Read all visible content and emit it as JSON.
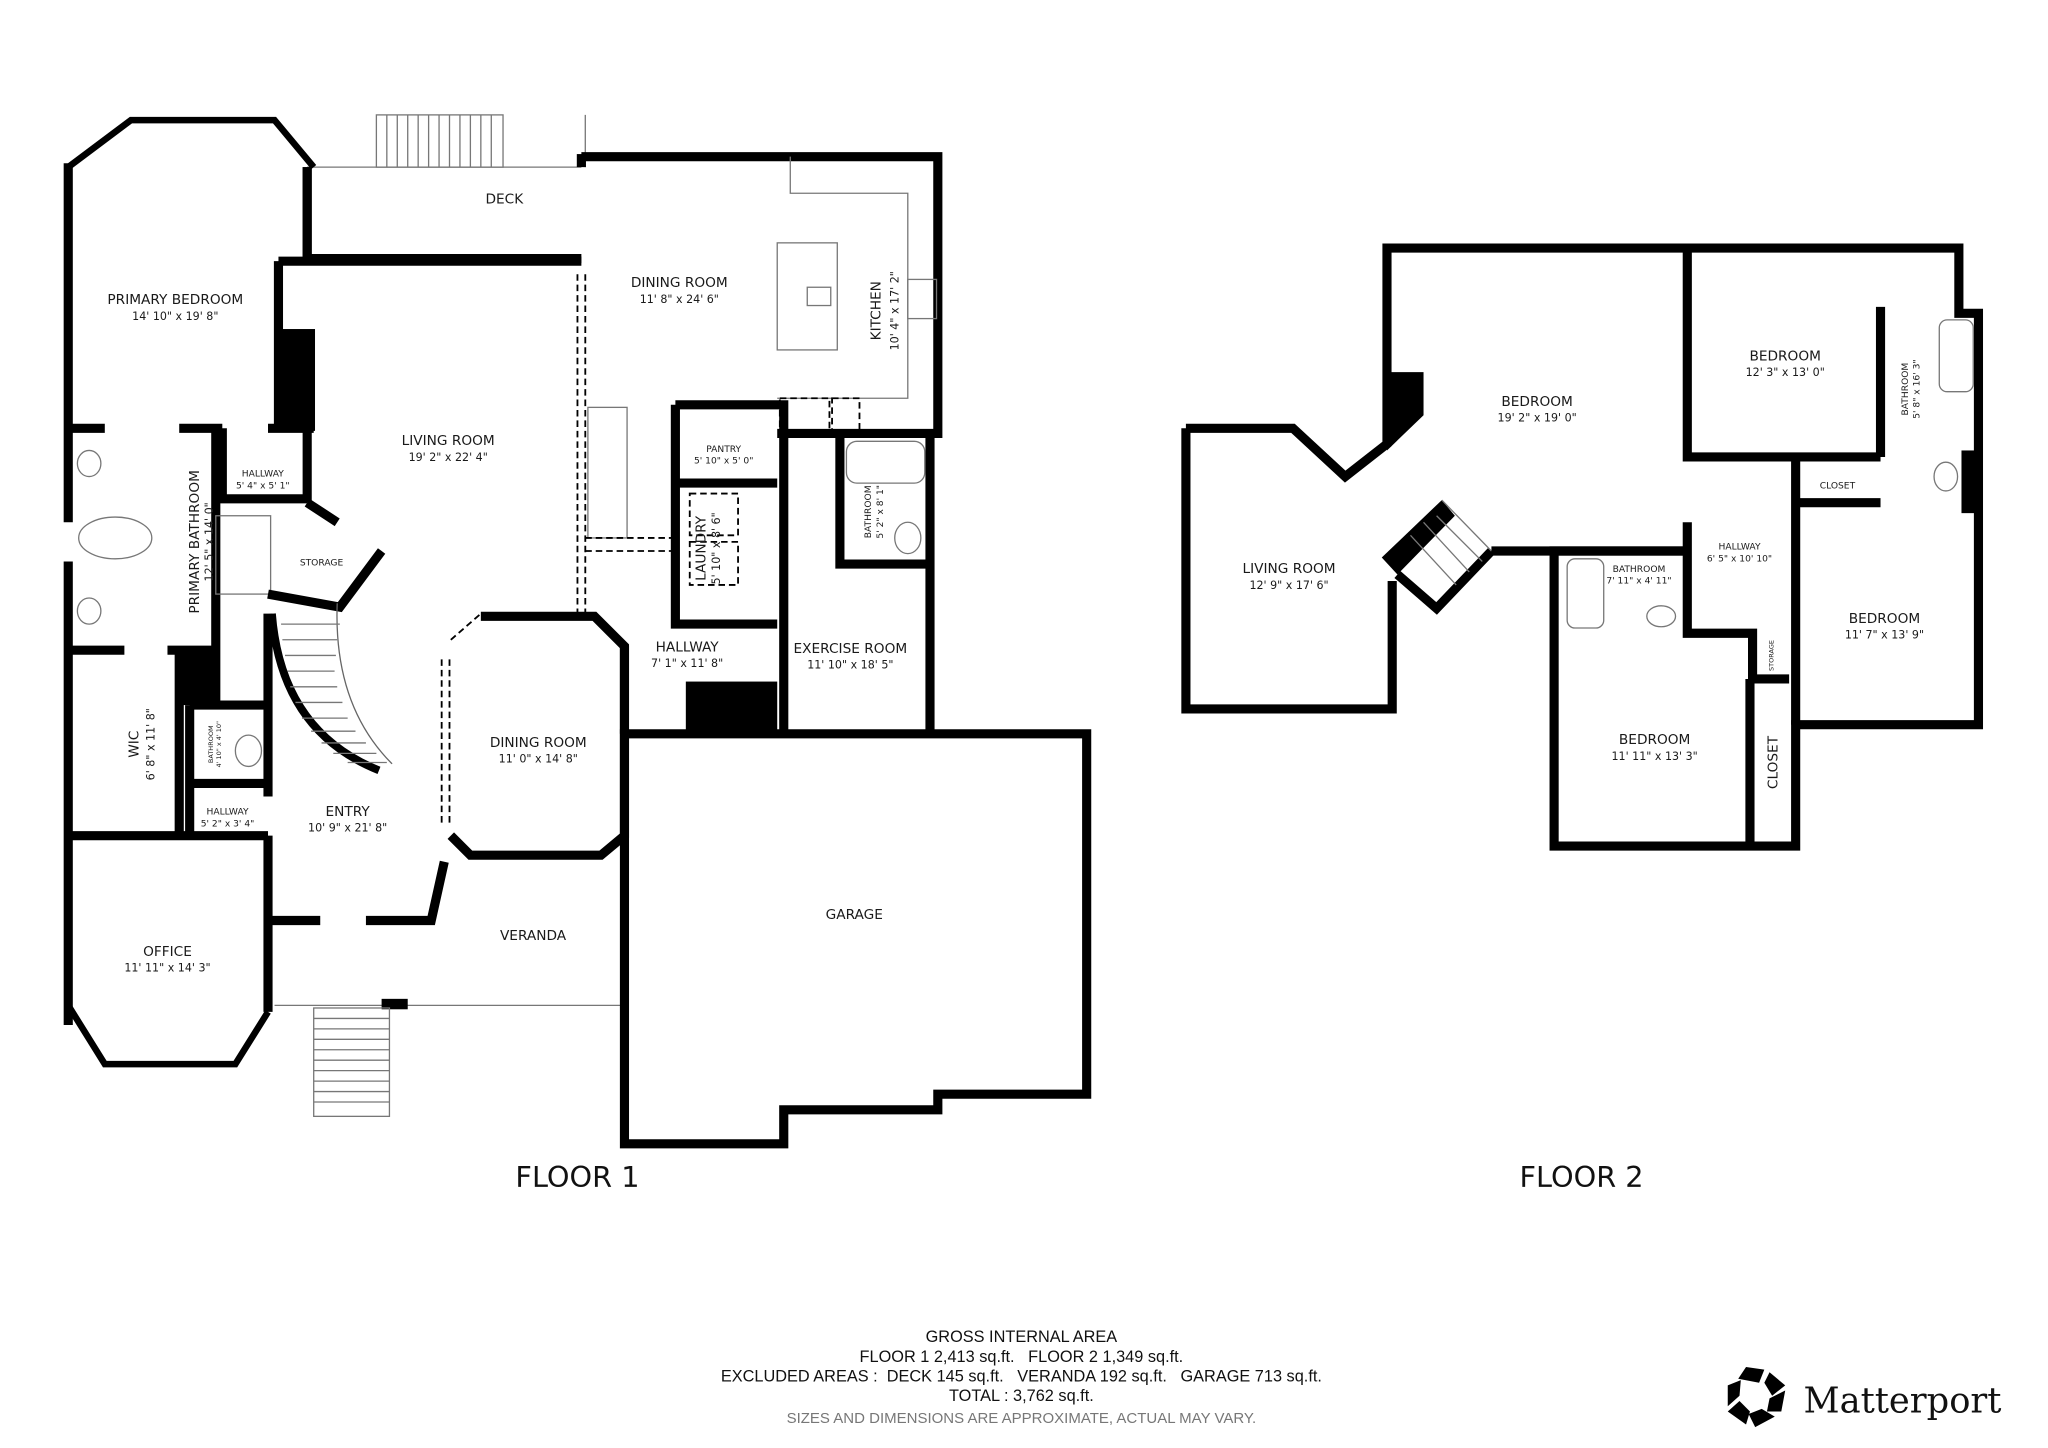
{
  "floor1": {
    "title": "FLOOR 1",
    "rooms": {
      "primary_bedroom": {
        "name": "PRIMARY BEDROOM",
        "dims": "14' 10\" x 19' 8\""
      },
      "deck": {
        "name": "DECK"
      },
      "living_room": {
        "name": "LIVING ROOM",
        "dims": "19' 2\" x 22' 4\""
      },
      "dining_room_1": {
        "name": "DINING ROOM",
        "dims": "11' 8\" x 24' 6\""
      },
      "kitchen": {
        "name": "KITCHEN",
        "dims": "10' 4\" x 17' 2\""
      },
      "hallway_1": {
        "name": "HALLWAY",
        "dims": "5' 4\" x 5' 1\""
      },
      "primary_bathroom": {
        "name": "PRIMARY BATHROOM",
        "dims": "12' 5\" x 14' 0\""
      },
      "storage": {
        "name": "STORAGE"
      },
      "pantry": {
        "name": "PANTRY",
        "dims": "5' 10\" x 5' 0\""
      },
      "laundry": {
        "name": "LAUNDRY",
        "dims": "5' 10\" x 8' 6\""
      },
      "bathroom_1": {
        "name": "BATHROOM",
        "dims": "5' 2\" x 8' 1\""
      },
      "hallway_2": {
        "name": "HALLWAY",
        "dims": "7' 1\" x 11' 8\""
      },
      "exercise_room": {
        "name": "EXERCISE ROOM",
        "dims": "11' 10\" x 18' 5\""
      },
      "wic": {
        "name": "WIC",
        "dims": "6' 8\" x 11' 8\""
      },
      "bathroom_2": {
        "name": "BATHROOM",
        "dims": "4' 10\" x 4' 10\""
      },
      "hallway_3": {
        "name": "HALLWAY",
        "dims": "5' 2\" x 3' 4\""
      },
      "entry": {
        "name": "ENTRY",
        "dims": "10' 9\" x 21' 8\""
      },
      "dining_room_2": {
        "name": "DINING ROOM",
        "dims": "11' 0\" x 14' 8\""
      },
      "office": {
        "name": "OFFICE",
        "dims": "11' 11\" x 14' 3\""
      },
      "veranda": {
        "name": "VERANDA"
      },
      "garage": {
        "name": "GARAGE"
      }
    }
  },
  "floor2": {
    "title": "FLOOR 2",
    "rooms": {
      "living_room": {
        "name": "LIVING ROOM",
        "dims": "12' 9\" x 17' 6\""
      },
      "bedroom_a": {
        "name": "BEDROOM",
        "dims": "19' 2\" x 19' 0\""
      },
      "bedroom_b": {
        "name": "BEDROOM",
        "dims": "12' 3\" x 13' 0\""
      },
      "bathroom_a": {
        "name": "BATHROOM",
        "dims": "5' 8\" x 16' 3\""
      },
      "closet_a": {
        "name": "CLOSET"
      },
      "hallway": {
        "name": "HALLWAY",
        "dims": "6' 5\" x 10' 10\""
      },
      "bathroom_b": {
        "name": "BATHROOM",
        "dims": "7' 11\" x 4' 11\""
      },
      "bedroom_c": {
        "name": "BEDROOM",
        "dims": "11' 7\" x 13' 9\""
      },
      "storage": {
        "name": "STORAGE"
      },
      "bedroom_d": {
        "name": "BEDROOM",
        "dims": "11' 11\" x 13' 3\""
      },
      "closet_b": {
        "name": "CLOSET"
      }
    }
  },
  "summary": {
    "heading": "GROSS INTERNAL AREA",
    "floors_line": "FLOOR 1 2,413 sq.ft.   FLOOR 2 1,349 sq.ft.",
    "excluded_line": "EXCLUDED AREAS :  DECK 145 sq.ft.   VERANDA 192 sq.ft.   GARAGE 713 sq.ft.",
    "total_line": "TOTAL :  3,762 sq.ft.",
    "disclaimer": "SIZES AND DIMENSIONS ARE APPROXIMATE, ACTUAL MAY VARY."
  },
  "logo": {
    "text": "Matterport",
    "icon": "matterport-pentagon-icon"
  }
}
